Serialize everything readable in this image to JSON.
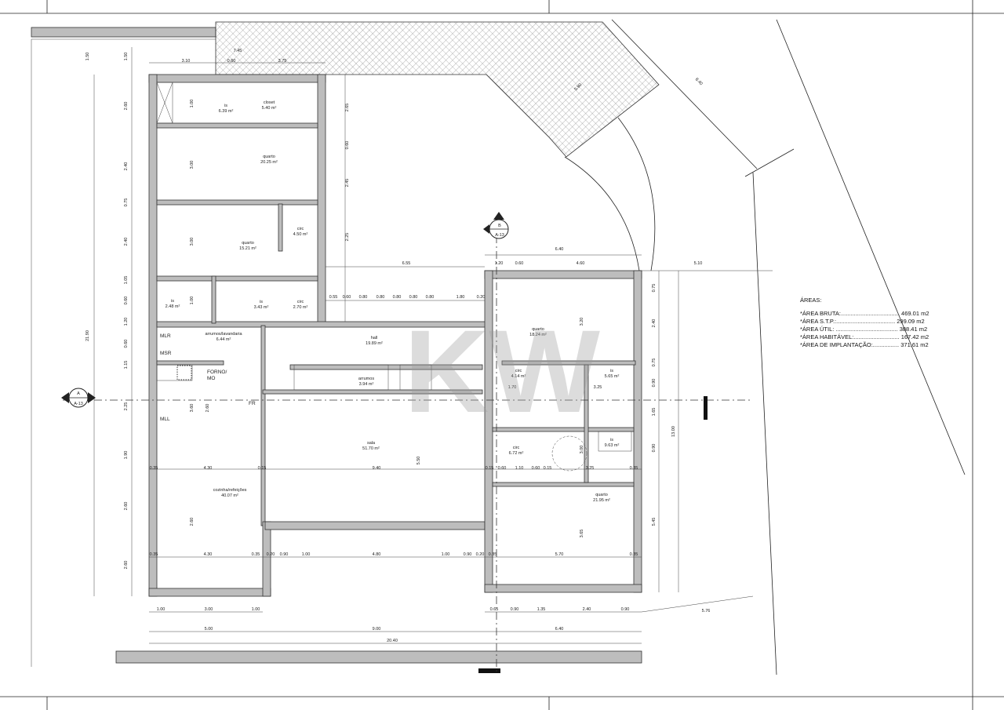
{
  "rooms": [
    {
      "name": "is",
      "area": "6.39 m²"
    },
    {
      "name": "closet",
      "area": "5.40 m²"
    },
    {
      "name": "quarto",
      "area": "20.25 m²"
    },
    {
      "name": "quarto",
      "area": "15.21 m²"
    },
    {
      "name": "circ",
      "area": "4.50 m²"
    },
    {
      "name": "is",
      "area": "3.43 m²"
    },
    {
      "name": "circ",
      "area": "2.70 m²"
    },
    {
      "name": "is",
      "area": "2.48 m²"
    },
    {
      "name": "arrumos/lavandaria",
      "area": "6.44 m²"
    },
    {
      "name": "hall",
      "area": "19.89 m²"
    },
    {
      "name": "arrumos",
      "area": "3.94 m²"
    },
    {
      "name": "sala",
      "area": "51.70 m²"
    },
    {
      "name": "cozinha/refeições",
      "area": "40.07 m²"
    },
    {
      "name": "quarto",
      "area": "18.24 m²"
    },
    {
      "name": "circ",
      "area": "4.14 m²"
    },
    {
      "name": "is",
      "area": "5.65 m²"
    },
    {
      "name": "is",
      "area": "9.63 m²"
    },
    {
      "name": "circ",
      "area": "6.72 m²"
    },
    {
      "name": "quarto",
      "area": "21.95 m²"
    }
  ],
  "fixtures": {
    "mlr": "MLR",
    "msr": "MSR",
    "forno": "FORNO/",
    "mo": "MO",
    "mll": "MLL",
    "fr": "FR"
  },
  "sections": [
    {
      "letter": "A",
      "sheet": "A-13"
    },
    {
      "letter": "B",
      "sheet": "A-13"
    }
  ],
  "watermark": "KW",
  "areas": {
    "title": "ÁREAS:",
    "rows": [
      "*ÁREA BRUTA:.................................... 469.01 m2",
      "*ÁREA S.T.P.:.................................... 299.09 m2",
      "*ÁREA ÚTIL: ...................................... 388.41 m2",
      "*ÁREA HABITÁVEL:............................ 167.42 m2",
      "*ÁREA DE IMPLANTAÇÃO:................ 371.61 m2"
    ]
  },
  "dims": [
    "7.45",
    "3.10",
    "0.60",
    "3.75",
    "1.50",
    "1.50",
    "2.60",
    "2.40",
    "0.75",
    "2.40",
    "1.05",
    "0.60",
    "1.20",
    "0.60",
    "1.15",
    "2.25",
    "1.90",
    "2.60",
    "2.60",
    "21.90",
    "1.00",
    "3.00",
    "1.00",
    "5.00",
    "9.00",
    "6.40",
    "20.40",
    "0.65",
    "0.90",
    "1.35",
    "2.40",
    "0.90",
    "6.55",
    "6.40",
    "1.20",
    "0.60",
    "4.60",
    "5.10",
    "5.76",
    "8.40",
    "5.90",
    "0.55",
    "0.60",
    "0.80",
    "0.80",
    "0.80",
    "0.80",
    "0.80",
    "1.80",
    "0.20",
    "0.35",
    "4.30",
    "0.15",
    "9.40",
    "0.15",
    "0.60",
    "1.10",
    "0.60",
    "0.15",
    "3.25",
    "0.35",
    "0.35",
    "4.30",
    "0.35",
    "0.20",
    "0.90",
    "1.00",
    "4.80",
    "1.00",
    "0.90",
    "0.20",
    "0.35",
    "5.70",
    "0.35",
    "0.75",
    "2.40",
    "0.75",
    "0.90",
    "1.65",
    "0.90",
    "5.45",
    "13.00",
    "2.65",
    "0.60",
    "2.45",
    "2.25",
    "3.00",
    "3.00",
    "1.00",
    "1.00",
    "3.60",
    "2.60",
    "5.50",
    "3.20",
    "3.00",
    "3.65",
    "2.60",
    "1.70",
    "3.25"
  ]
}
